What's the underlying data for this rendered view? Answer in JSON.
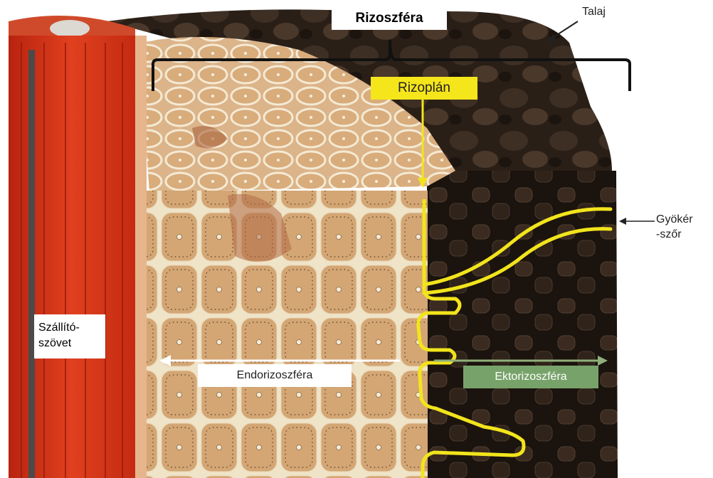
{
  "labels": {
    "title": "Rizoszféra",
    "rizoplan": "Rizoplán",
    "talaj": "Talaj",
    "gyoker": "Gyökér\n-szőr",
    "szallito": "Szállító-\nszövet",
    "endo": "Endorizoszféra",
    "ekto": "Ektorizoszféra"
  },
  "colors": {
    "vascular": "#d4321a",
    "vascular_dark": "#a82210",
    "cortex": "#d6ad7f",
    "cortex_light": "#e7caa3",
    "cell_wall": "#f4ead4",
    "soil_dark": "#2a1f17",
    "soil_mid": "#5a4636",
    "rhizoplane_line": "#f2e41c",
    "rizoplan_box": "#f5e51b",
    "ekto_box": "#77a36a",
    "ekto_arrow": "#8fb07a",
    "endo_arrow": "#ffffff",
    "bracket": "#111111"
  },
  "icons": [
    "talaj-pointer-arrow",
    "gyoker-pointer-arrow",
    "rizoplan-down-arrow",
    "endo-left-arrow",
    "ekto-right-arrow",
    "rizoszfera-brace"
  ]
}
